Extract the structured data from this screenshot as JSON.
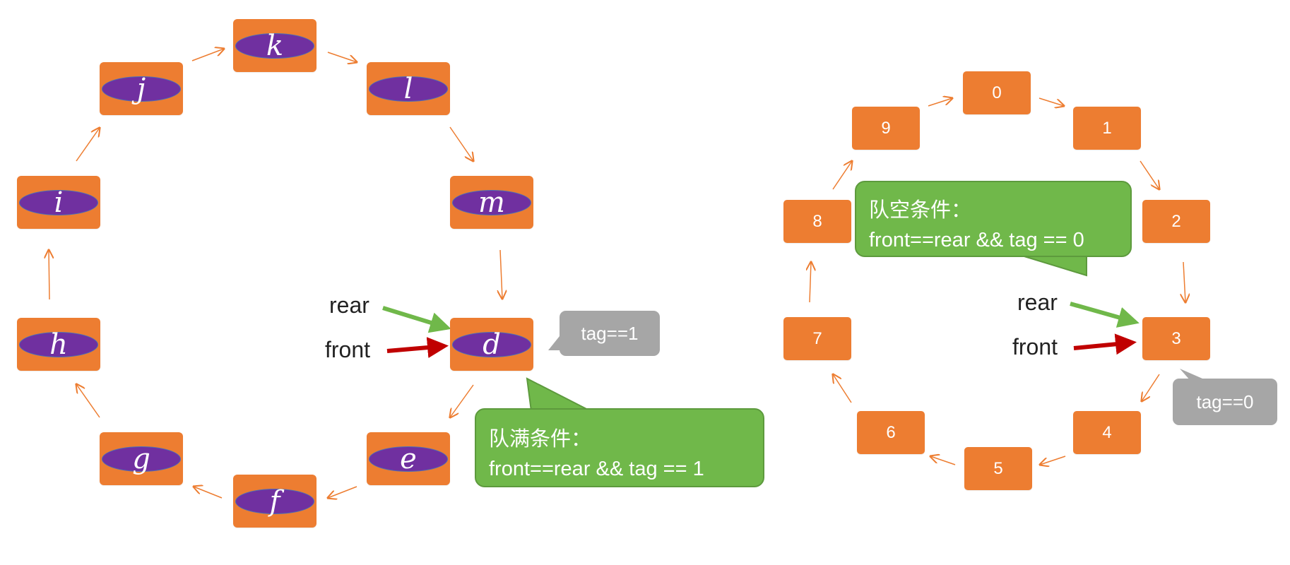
{
  "left_diagram": {
    "nodes": [
      "k",
      "l",
      "m",
      "d",
      "e",
      "f",
      "g",
      "h",
      "i",
      "j"
    ],
    "rear_label": "rear",
    "front_label": "front",
    "tag_label": "tag==1",
    "condition_title": "队满条件：",
    "condition_expr": "front==rear && tag == 1"
  },
  "right_diagram": {
    "nodes": [
      "0",
      "1",
      "2",
      "3",
      "4",
      "5",
      "6",
      "7",
      "8",
      "9"
    ],
    "rear_label": "rear",
    "front_label": "front",
    "tag_label": "tag==0",
    "condition_title": "队空条件：",
    "condition_expr": "front==rear && tag == 0"
  },
  "colors": {
    "node_fill": "#ED7D31",
    "ellipse_fill": "#7030A0",
    "cycle_arrow": "#ED7D31",
    "rear_arrow": "#70B84A",
    "front_arrow": "#C00000",
    "condition_bubble": "#70B84A",
    "tag_bubble": "#A6A6A6"
  }
}
